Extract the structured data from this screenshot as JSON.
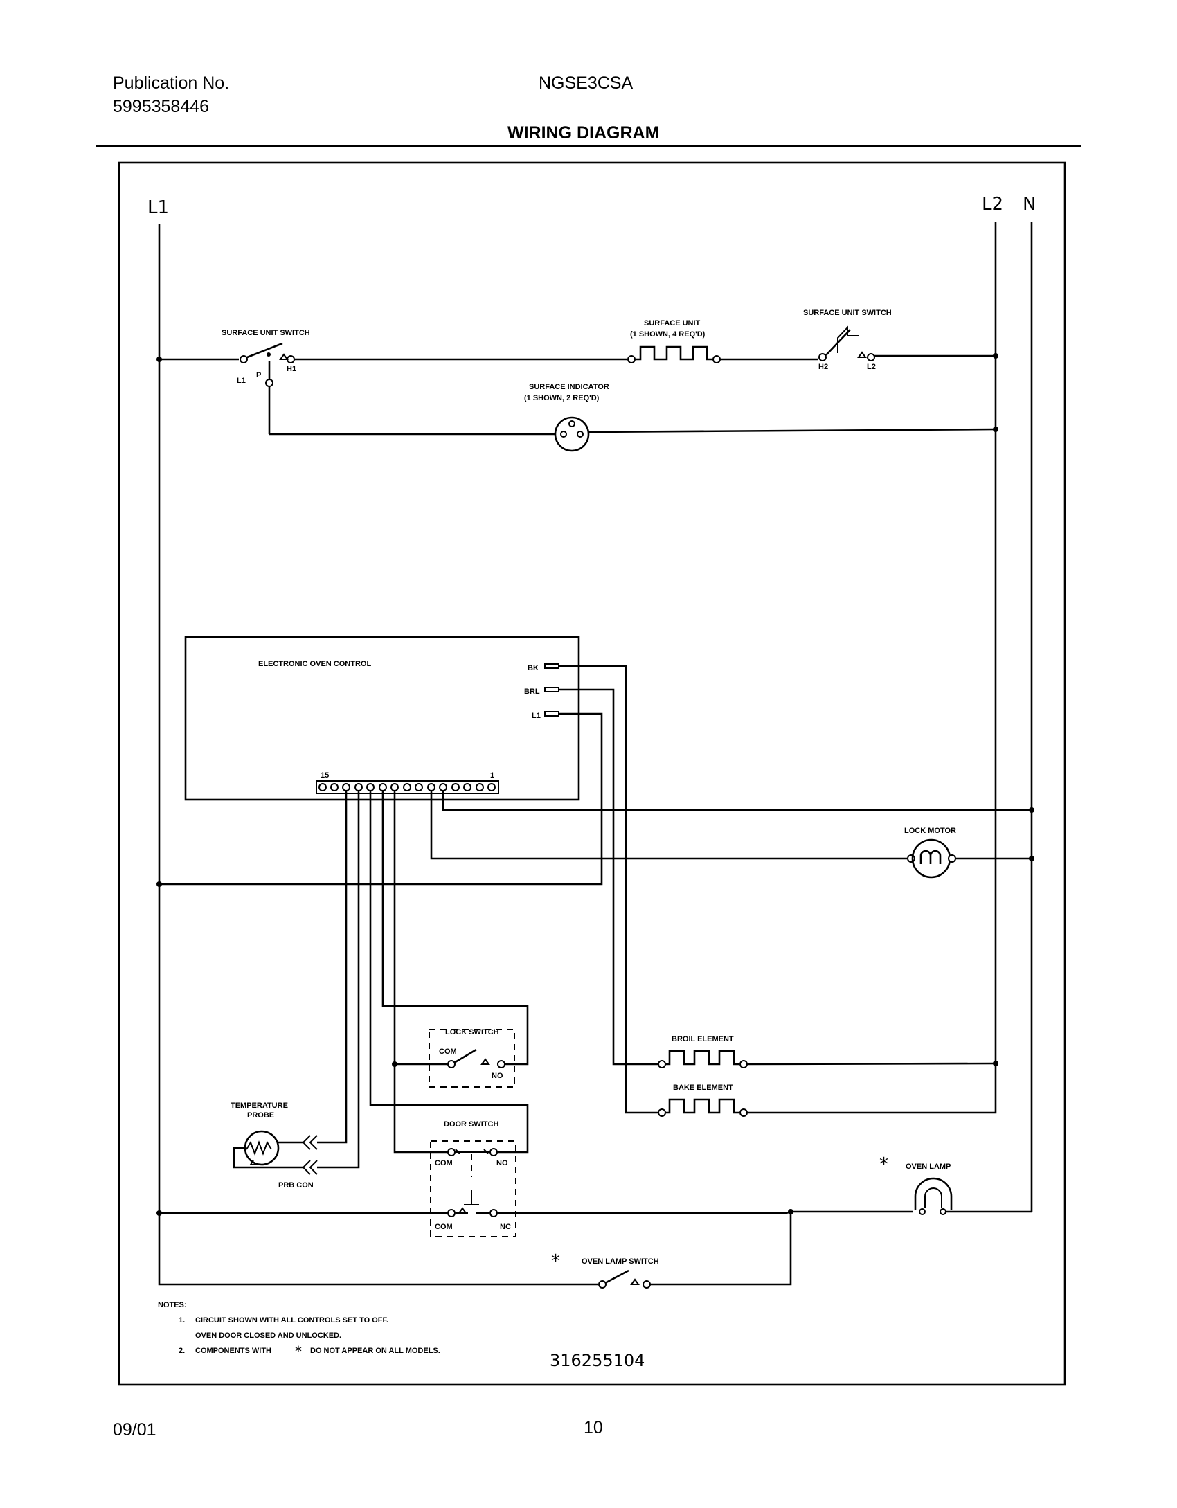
{
  "header": {
    "publication_label": "Publication No.",
    "publication_number": "5995358446",
    "model": "NGSE3CSA",
    "title": "WIRING DIAGRAM"
  },
  "lines": {
    "l1": "L1",
    "l2": "L2",
    "n": "N"
  },
  "components": {
    "surface_unit_switch_left": "SURFACE UNIT SWITCH",
    "switch_l1": "L1",
    "switch_p": "P",
    "switch_h1": "H1",
    "surface_unit": "SURFACE UNIT",
    "surface_unit_qty": "(1 SHOWN, 4 REQ'D)",
    "surface_unit_switch_right": "SURFACE UNIT SWITCH",
    "switch_h2": "H2",
    "switch_l2": "L2",
    "surface_indicator": "SURFACE INDICATOR",
    "surface_indicator_qty": "(1 SHOWN, 2 REQ'D)",
    "electronic_oven_control": "ELECTRONIC OVEN CONTROL",
    "pin_bk": "BK",
    "pin_brl": "BRL",
    "pin_l1": "L1",
    "connector_15": "15",
    "connector_1": "1",
    "lock_motor": "LOCK MOTOR",
    "lock_switch": "LOCK SWITCH",
    "lock_com": "COM",
    "lock_no": "NO",
    "broil_element": "BROIL ELEMENT",
    "bake_element": "BAKE ELEMENT",
    "temperature_probe_1": "TEMPERATURE",
    "temperature_probe_2": "PROBE",
    "prb_con": "PRB CON",
    "door_switch": "DOOR SWITCH",
    "door_com_top": "COM",
    "door_no": "NO",
    "door_com_bottom": "COM",
    "door_nc": "NC",
    "oven_lamp": "OVEN LAMP",
    "oven_lamp_switch": "OVEN LAMP SWITCH",
    "asterisk": "*"
  },
  "notes": {
    "heading": "NOTES:",
    "n1_num": "1.",
    "n1_line1": "CIRCUIT SHOWN WITH ALL CONTROLS SET TO OFF.",
    "n1_line2": "OVEN DOOR CLOSED AND UNLOCKED.",
    "n2_num": "2.",
    "n2_a": "COMPONENTS WITH",
    "n2_b": "DO NOT APPEAR ON ALL MODELS."
  },
  "diagram_number": "316255104",
  "footer": {
    "date": "09/01",
    "page": "10"
  }
}
